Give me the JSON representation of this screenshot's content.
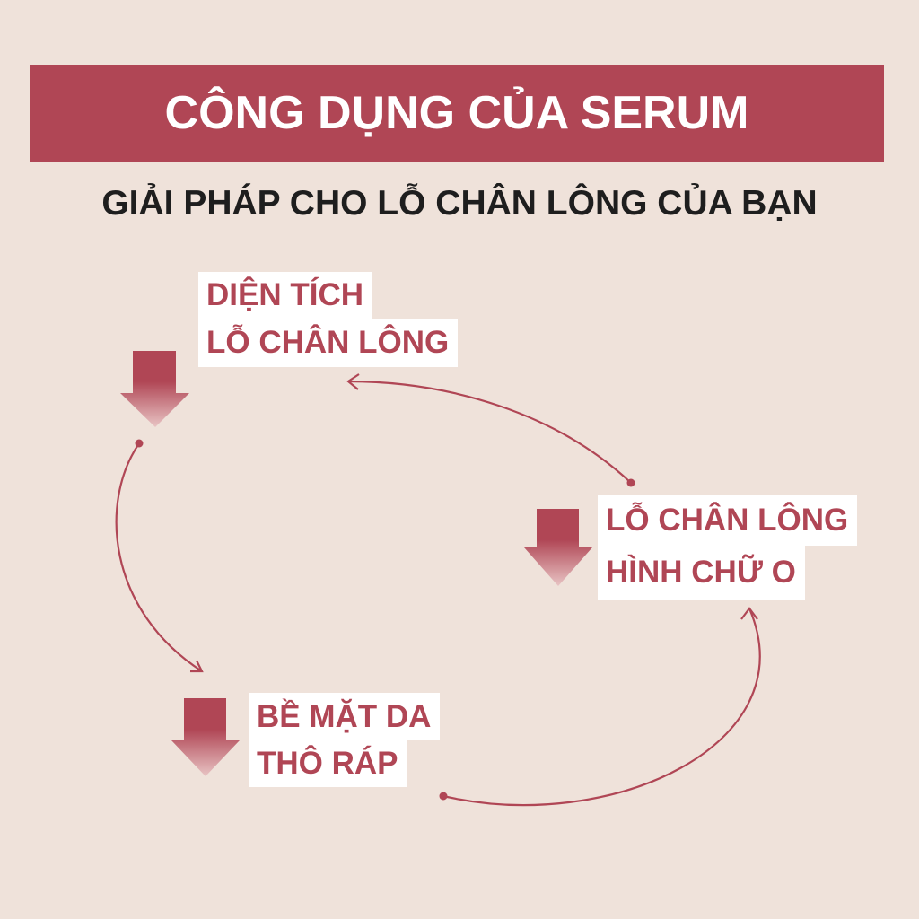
{
  "header": {
    "title": "CÔNG DỤNG CỦA SERUM",
    "subtitle": "GIẢI PHÁP CHO LỖ CHÂN LÔNG CỦA BẠN"
  },
  "cycle": [
    {
      "line1": "DIỆN TÍCH",
      "line2": "LỖ CHÂN LÔNG"
    },
    {
      "line1": "LỖ CHÂN LÔNG",
      "line2": "HÌNH CHỮ O"
    },
    {
      "line1": "BỀ MẶT DA",
      "line2": "THÔ RÁP"
    }
  ],
  "colors": {
    "accent": "#b04655",
    "background": "#efe2da"
  }
}
